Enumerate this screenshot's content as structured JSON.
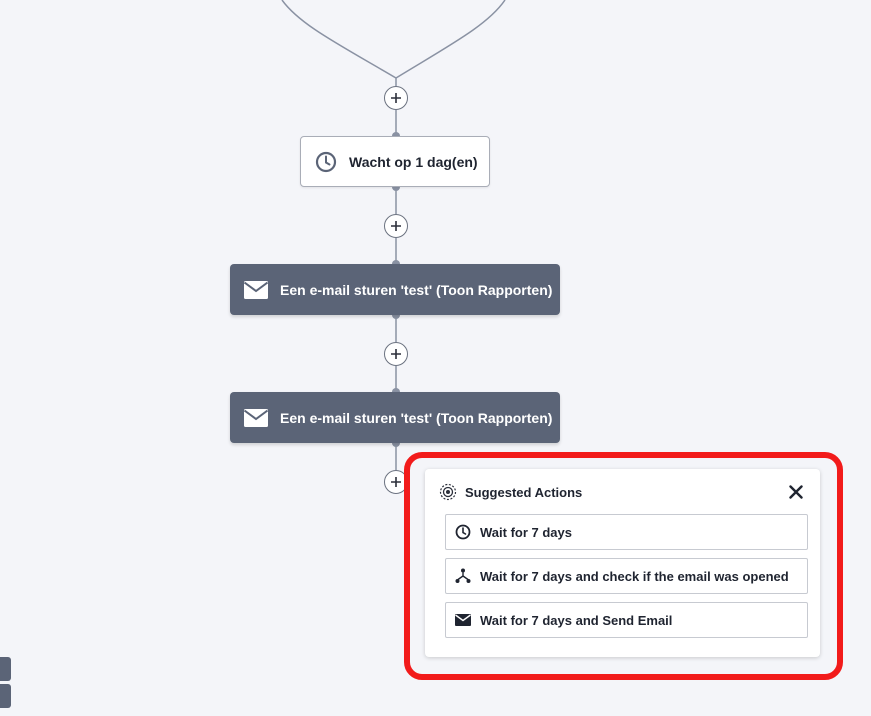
{
  "workflow": {
    "wait_node": {
      "label": "Wacht op 1 dag(en)",
      "icon": "clock-icon"
    },
    "email_nodes": [
      {
        "label": "Een e-mail sturen 'test' (Toon Rapporten)",
        "icon": "envelope-icon"
      },
      {
        "label": "Een e-mail sturen 'test' (Toon Rapporten)",
        "icon": "envelope-icon"
      }
    ],
    "add_step_icon": "plus-icon"
  },
  "suggested_actions": {
    "title": "Suggested Actions",
    "header_icon": "suggestion-target-icon",
    "close_icon": "close-icon",
    "items": [
      {
        "label": "Wait for 7 days",
        "icon": "clock-icon"
      },
      {
        "label": "Wait for 7 days and check if the email was opened",
        "icon": "branch-split-icon"
      },
      {
        "label": "Wait for 7 days and Send Email",
        "icon": "envelope-icon"
      }
    ]
  },
  "colors": {
    "canvas_bg": "#f4f5f9",
    "connector": "#8a92a3",
    "email_node_bg": "#5b6477",
    "highlight": "#f21b1b"
  }
}
